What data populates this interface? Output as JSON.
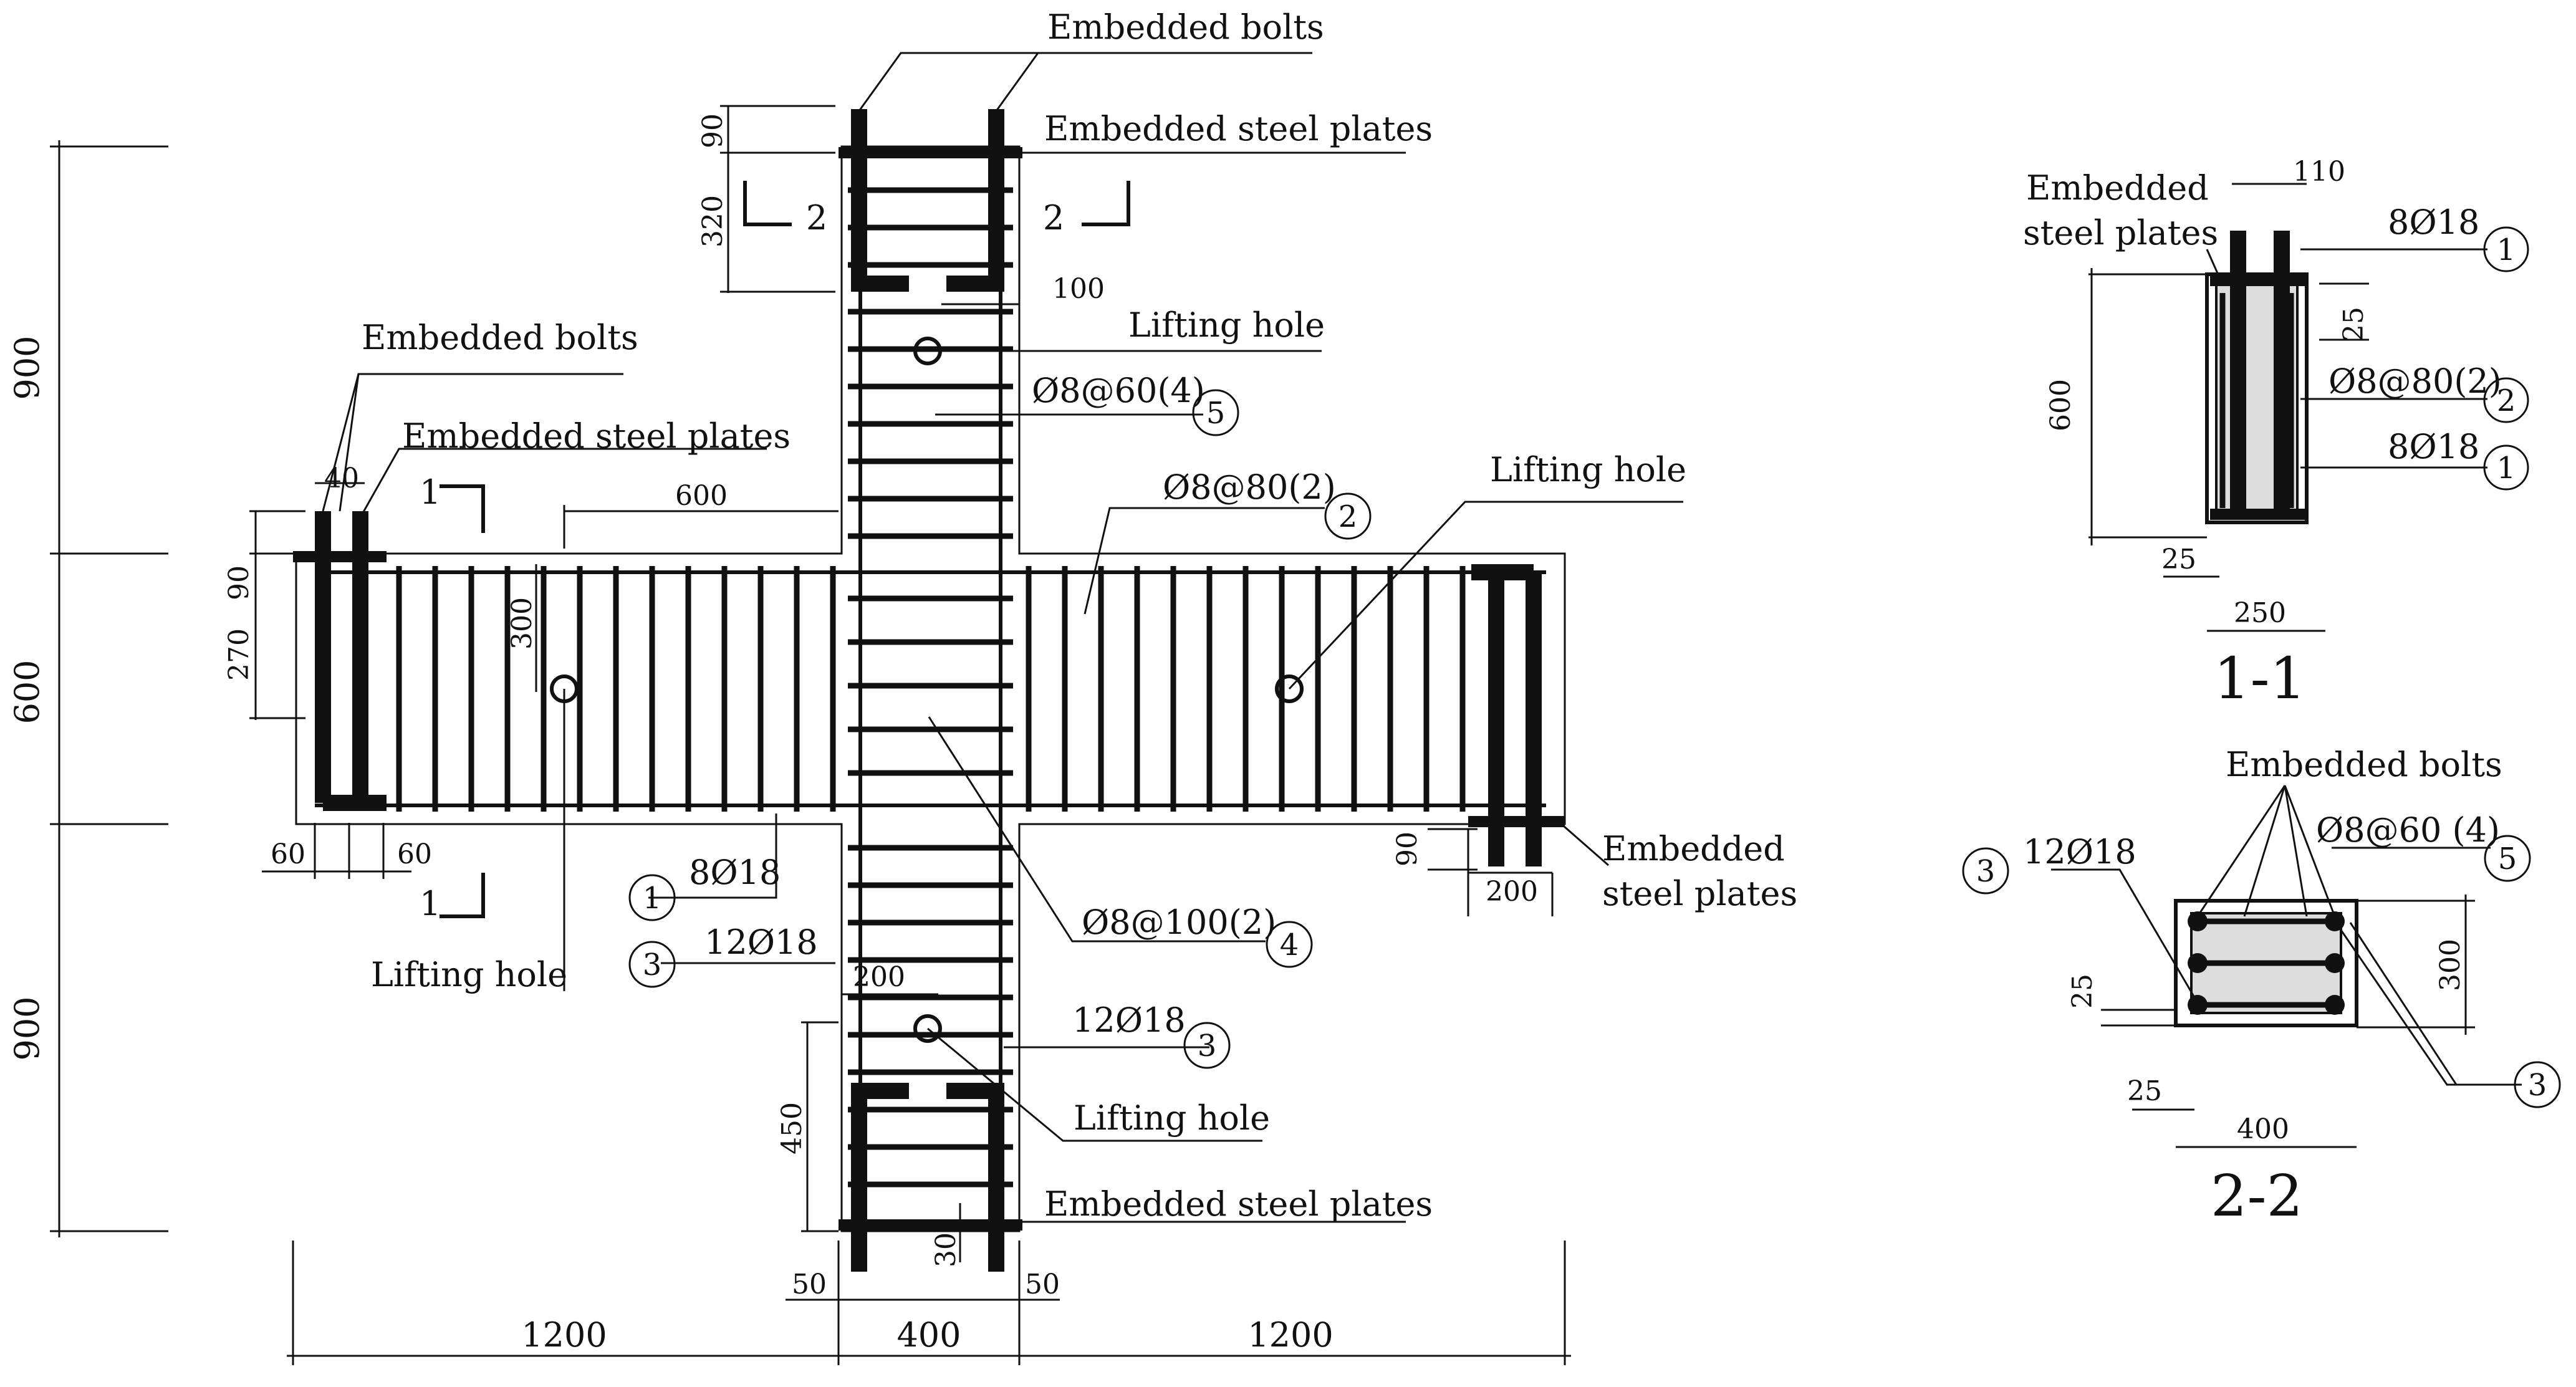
{
  "labels": {
    "embedded_bolts": "Embedded bolts",
    "embedded_steel_plates": "Embedded steel plates",
    "lifting_hole": "Lifting hole",
    "embedded": "Embedded",
    "steel_plates": "steel plates",
    "embedded_1_1": "Embedded",
    "steel_plates_1_1": "steel plates",
    "embedded_bolts_2_2": "Embedded bolts"
  },
  "rebar": {
    "r1": "8Ø18",
    "r3": "12Ø18",
    "r2": "Ø8@80(2)",
    "r4": "Ø8@100(2)",
    "r5": "Ø8@60(4)",
    "r5_22": "Ø8@60 (4)"
  },
  "balloons": {
    "b1": "1",
    "b2": "2",
    "b3": "3",
    "b4": "4",
    "b5": "5"
  },
  "dims": {
    "d900": "900",
    "d600": "600",
    "d1200": "1200",
    "d400": "400",
    "d90": "90",
    "d320": "320",
    "d270": "270",
    "d300": "300",
    "d40": "40",
    "d60": "60",
    "d100": "100",
    "d200": "200",
    "d450": "450",
    "d30": "30",
    "d50": "50",
    "d110": "110",
    "d25": "25",
    "d250": "250"
  },
  "section_marks": {
    "s1": "1",
    "s2": "2"
  },
  "section_titles": {
    "t11": "1-1",
    "t22": "2-2"
  }
}
